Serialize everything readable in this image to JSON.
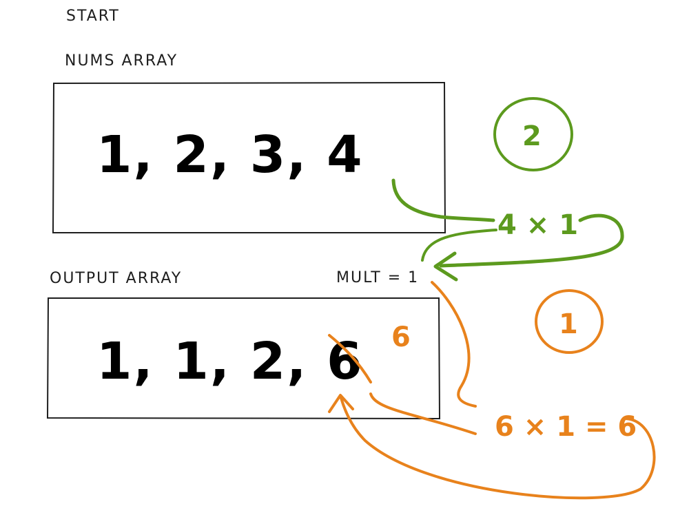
{
  "title": "START",
  "nums_label": "NUMS ARRAY",
  "nums_values": "1, 2, 3, 4",
  "output_label": "OUTPUT ARRAY",
  "mult_label": "MULT = 1",
  "output_values": "1, 1, 2, 6",
  "corrected_value": "6",
  "step_one": "1",
  "step_two": "2",
  "green_calc": "4 × 1",
  "orange_calc": "6 × 1 = 6",
  "colors": {
    "ink": "#1e1e1e",
    "green": "#5c9a1e",
    "orange": "#e8821c"
  }
}
